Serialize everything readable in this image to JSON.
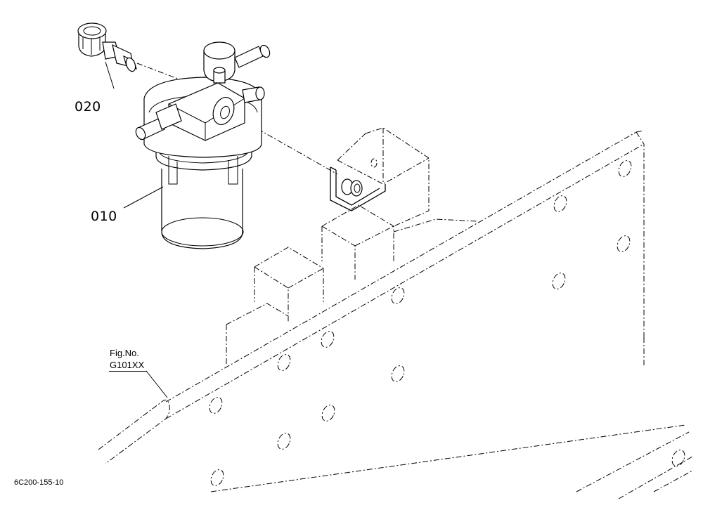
{
  "callouts": {
    "part_020": "020",
    "part_010": "010"
  },
  "figure_reference": {
    "label": "Fig.No.",
    "number": "G101XX"
  },
  "drawing_code": "6C200-155-10"
}
